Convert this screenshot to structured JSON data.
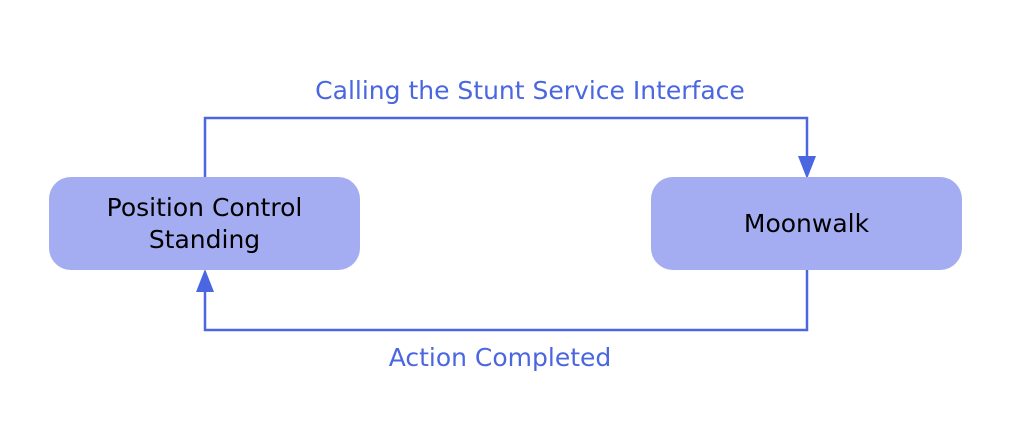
{
  "colors": {
    "node_fill": "#a5adf2",
    "edge_color": "#4a66e0",
    "background": "#ffffff"
  },
  "nodes": {
    "position_control": {
      "line1": "Position Control",
      "line2": "Standing"
    },
    "moonwalk": {
      "label": "Moonwalk"
    }
  },
  "edges": {
    "to_moonwalk": {
      "label": "Calling the Stunt Service Interface"
    },
    "to_position_control": {
      "label": "Action Completed"
    }
  }
}
